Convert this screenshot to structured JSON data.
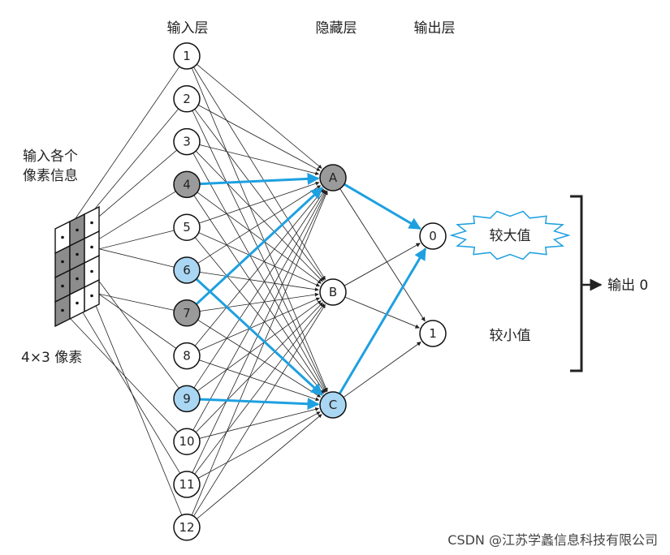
{
  "headers": {
    "input": "输入层",
    "hidden": "隐藏层",
    "output": "输出层"
  },
  "input_nodes": [
    {
      "label": "1",
      "fill": "white"
    },
    {
      "label": "2",
      "fill": "white"
    },
    {
      "label": "3",
      "fill": "white"
    },
    {
      "label": "4",
      "fill": "gray"
    },
    {
      "label": "5",
      "fill": "white"
    },
    {
      "label": "6",
      "fill": "blue"
    },
    {
      "label": "7",
      "fill": "gray"
    },
    {
      "label": "8",
      "fill": "white"
    },
    {
      "label": "9",
      "fill": "blue"
    },
    {
      "label": "10",
      "fill": "white"
    },
    {
      "label": "11",
      "fill": "white"
    },
    {
      "label": "12",
      "fill": "white"
    }
  ],
  "hidden_nodes": [
    {
      "label": "A",
      "fill": "gray"
    },
    {
      "label": "B",
      "fill": "white"
    },
    {
      "label": "C",
      "fill": "blue"
    }
  ],
  "output_nodes": [
    {
      "label": "0",
      "fill": "white"
    },
    {
      "label": "1",
      "fill": "white"
    }
  ],
  "highlighted_connections": [
    [
      "4",
      "A"
    ],
    [
      "7",
      "A"
    ],
    [
      "6",
      "C"
    ],
    [
      "9",
      "C"
    ],
    [
      "A",
      "0"
    ],
    [
      "C",
      "0"
    ]
  ],
  "pixel_grid": {
    "label_line1": "输入各个",
    "label_line2": "像素信息",
    "caption": "4×3 像素",
    "rows": 4,
    "cols": 3,
    "shaded": [
      [
        0,
        1
      ],
      [
        1,
        0
      ],
      [
        1,
        1
      ],
      [
        2,
        0
      ],
      [
        2,
        1
      ],
      [
        3,
        0
      ]
    ]
  },
  "output_annotations": {
    "large": "较大值",
    "small": "较小值",
    "result": "输出 0"
  },
  "watermark": "CSDN @江苏学蠡信息科技有限公司",
  "colors": {
    "highlight": "#1ea0e0",
    "gray_node": "#9a9a9a",
    "blue_node": "#a9d6f2",
    "line": "#222222"
  }
}
